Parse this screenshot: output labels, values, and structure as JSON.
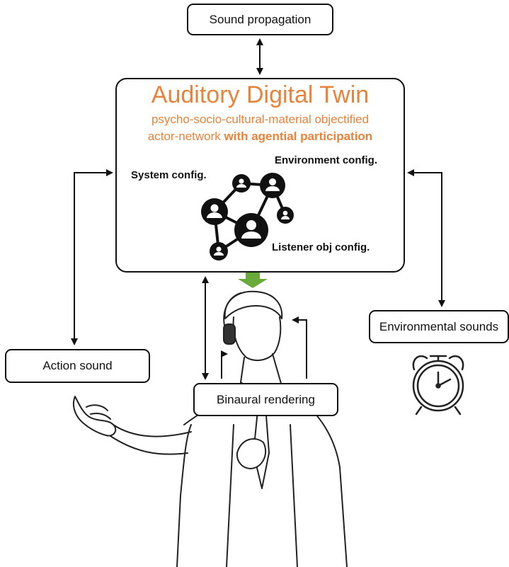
{
  "boxes": {
    "sound_propagation": "Sound propagation",
    "environmental_sounds": "Environmental sounds",
    "action_sound": "Action sound",
    "binaural_rendering": "Binaural rendering"
  },
  "twin": {
    "title": "Auditory Digital Twin",
    "subtitle_line1": "psycho-socio-cultural-material objectified",
    "subtitle_line2_plain": "actor-network ",
    "subtitle_line2_bold": "with agential participation",
    "system_config": "System config.",
    "environment_config": "Environment config.",
    "listener_config": "Listener obj config."
  },
  "colors": {
    "title_accent": "#e8833a",
    "bidirectional_arrow": "#6aaa3a",
    "lines": "#111111"
  },
  "icons": [
    "actor-network-icon",
    "listener-person-icon",
    "alarm-clock-icon",
    "snapping-hand-icon",
    "headphones-icon"
  ]
}
